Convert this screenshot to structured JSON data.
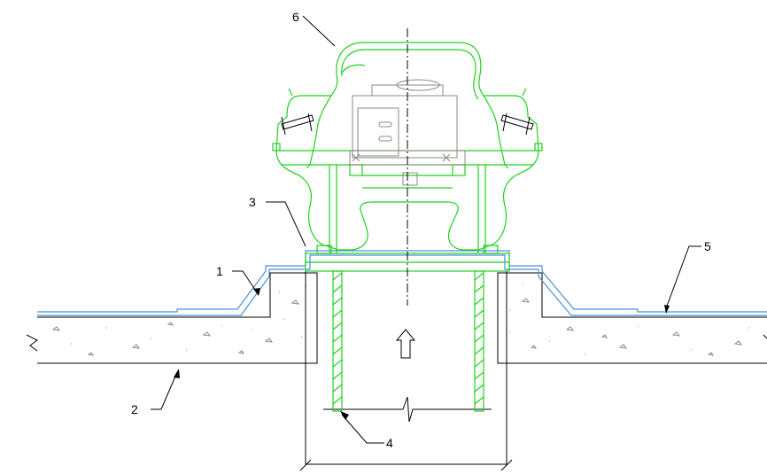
{
  "callouts": [
    {
      "id": "label-1",
      "text": "1"
    },
    {
      "id": "label-2",
      "text": "2"
    },
    {
      "id": "label-3",
      "text": "3"
    },
    {
      "id": "label-4",
      "text": "4"
    },
    {
      "id": "label-5",
      "text": "5"
    },
    {
      "id": "label-6",
      "text": "6"
    }
  ],
  "colors": {
    "fan_outline": "#1fd11f",
    "waterproof_membrane": "#4a90d9",
    "structure": "#000000",
    "motor": "#8a8a8a"
  },
  "icons": {
    "airflow": "up-arrow-icon"
  }
}
